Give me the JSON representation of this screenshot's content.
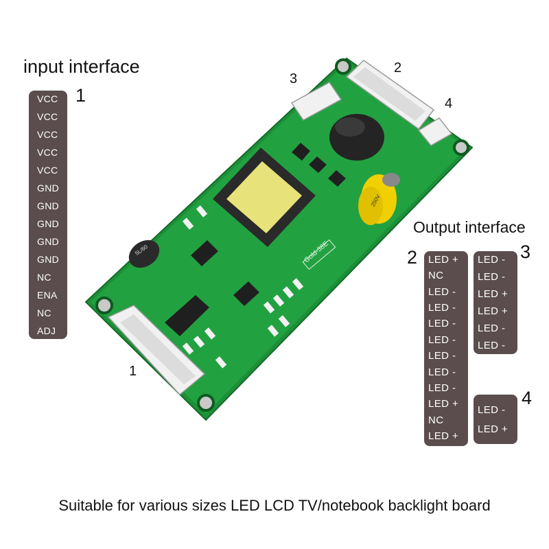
{
  "input": {
    "title": "input interface",
    "connector_number": "1",
    "pins": [
      "VCC",
      "VCC",
      "VCC",
      "VCC",
      "VCC",
      "GND",
      "GND",
      "GND",
      "GND",
      "GND",
      "NC",
      "ENA",
      "NC",
      "ADJ"
    ]
  },
  "output": {
    "title": "Output interface",
    "connectors": [
      {
        "number": "2",
        "pins": [
          "LED +",
          "NC",
          "LED -",
          "LED -",
          "LED -",
          "LED -",
          "LED -",
          "LED -",
          "LED -",
          "LED +",
          "NC",
          "LED +"
        ]
      },
      {
        "number": "3",
        "pins": [
          "LED -",
          "LED -",
          "LED +",
          "LED +",
          "LED -",
          "LED -"
        ]
      },
      {
        "number": "4",
        "pins": [
          "LED -",
          "LED +"
        ]
      }
    ]
  },
  "board": {
    "connector_labels": [
      "1",
      "2",
      "3",
      "4"
    ],
    "silkscreen": "Gold-38E",
    "inductor_marking": "5L/60",
    "capacitor_marking": "250V",
    "colors": {
      "pcb": "#1f9a3c",
      "connector": "#f2f2f2",
      "transformer_core": "#e8e27a",
      "capacitor": "#f0d000"
    }
  },
  "caption": "Suitable for various sizes LED LCD TV/notebook backlight board"
}
